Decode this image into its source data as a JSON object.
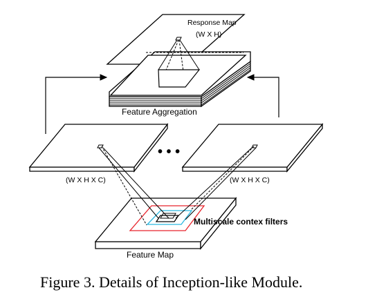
{
  "diagram": {
    "response_map": {
      "title": "Response Map",
      "dims": "(W X H)"
    },
    "aggregation": {
      "label": "Feature Aggregation"
    },
    "left_branch": {
      "dims": "(W X H X C)"
    },
    "right_branch": {
      "dims": "(W X H X C)"
    },
    "ellipsis": "• • •",
    "filters": {
      "label": "Multiscale contex filters",
      "colors": {
        "outer": "#e8232a",
        "inner": "#2bb7e0"
      }
    },
    "feature_map": {
      "label": "Feature Map"
    }
  },
  "caption": "Figure 3. Details of Inception-like Module."
}
